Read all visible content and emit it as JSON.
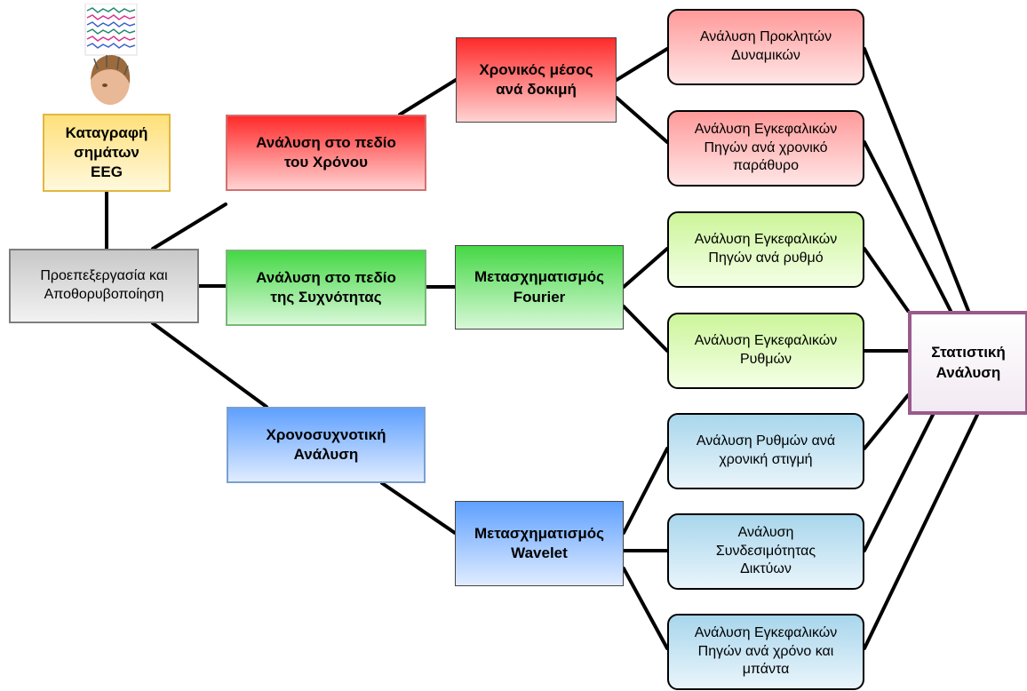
{
  "nodes": {
    "eeg_recording": "Καταγραφή\nσημάτων\nEEG",
    "preprocessing": "Προεπεξεργασία και\nΑποθορυβοποίηση",
    "time_domain": "Ανάλυση στο πεδίο\nτου Χρόνου",
    "freq_domain": "Ανάλυση στο πεδίο\nτης Συχνότητας",
    "time_freq": "Χρονοσυχνοτική\nΑνάλυση",
    "trial_average": "Χρονικός μέσος\nανά δοκιμή",
    "fourier": "Μετασχηματισμός\nFourier",
    "wavelet": "Μετασχηματισμός\nWavelet",
    "erp_analysis": "Ανάλυση Προκλητών\nΔυναμικών",
    "source_time_window": "Ανάλυση Εγκεφαλικών\nΠηγών ανά χρονικό\nπαράθυρο",
    "source_rhythm": "Ανάλυση Εγκεφαλικών\nΠηγών ανά ρυθμό",
    "rhythm_analysis": "Ανάλυση Εγκεφαλικών\nΡυθμών",
    "rhythm_time": "Ανάλυση Ρυθμών ανά\nχρονική στιγμή",
    "network_connectivity": "Ανάλυση\nΣυνδεσιμότητας\nΔικτύων",
    "source_time_band": "Ανάλυση Εγκεφαλικών\nΠηγών ανά χρόνο και\nμπάντα",
    "statistics": "Στατιστική\nΑνάλυση"
  },
  "colors": {
    "time_domain": "#ff2a2a",
    "freq_domain": "#45d845",
    "time_freq": "#5fa0ff",
    "eeg": "#ffe07a",
    "preprocessing": "#c8c8c8",
    "statistics_border": "#9a5a8c"
  },
  "icons": [
    "eeg-trace-icon",
    "head-with-electrodes-icon"
  ]
}
